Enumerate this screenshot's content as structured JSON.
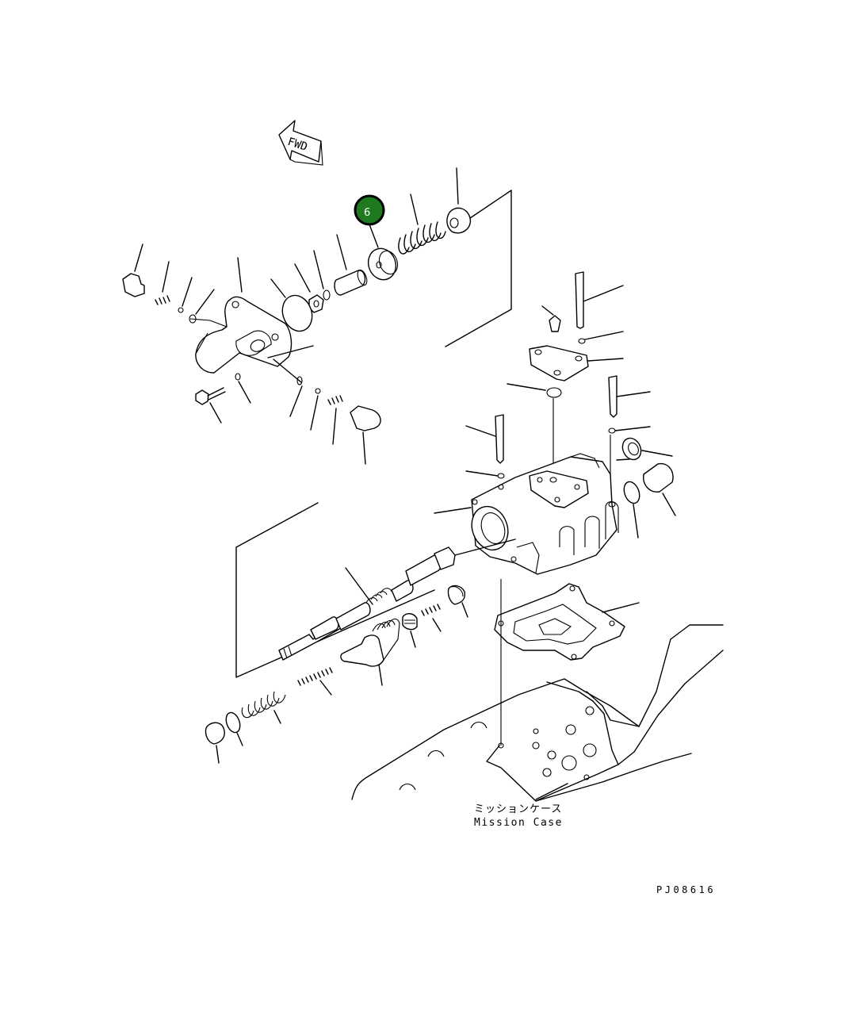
{
  "direction_label": "FWD",
  "callout": {
    "number": "6",
    "color": "#1f7a1f"
  },
  "mission_case_jp": "ミッションケース",
  "mission_case_en": "Mission Case",
  "drawing_number": "PJ08616"
}
